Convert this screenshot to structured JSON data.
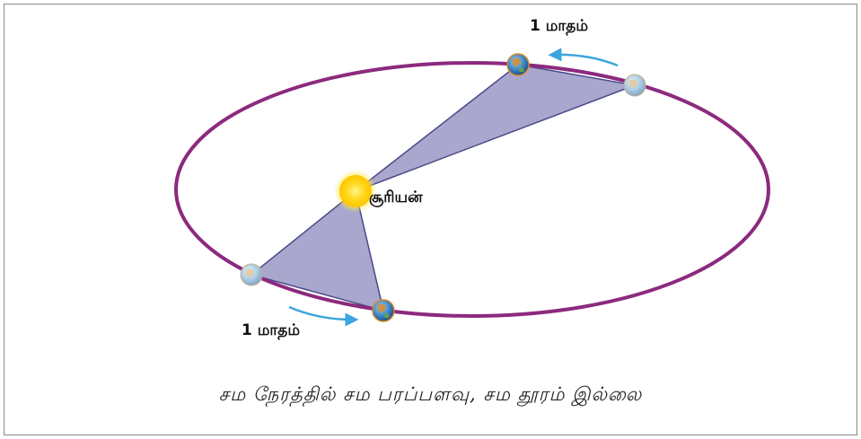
{
  "labels": {
    "month_top": "1 மாதம்",
    "month_bottom": "1 மாதம்",
    "sun": "சூரியன்"
  },
  "caption": "சம நேரத்தில் சம பரப்பளவு, சம தூரம் இல்லை",
  "colors": {
    "orbit": "#8c2a7e",
    "sector_fill": "#a9a7cd",
    "sector_stroke": "#4b4a8a",
    "sun_outer": "#ffe033",
    "sun_inner": "#ffd000",
    "arrow": "#3ba5dd",
    "frame": "#8a8a8a"
  },
  "icons": {
    "sun": "sun-icon",
    "planet": "earth-globe-icon",
    "direction": "arrow-left-icon"
  }
}
